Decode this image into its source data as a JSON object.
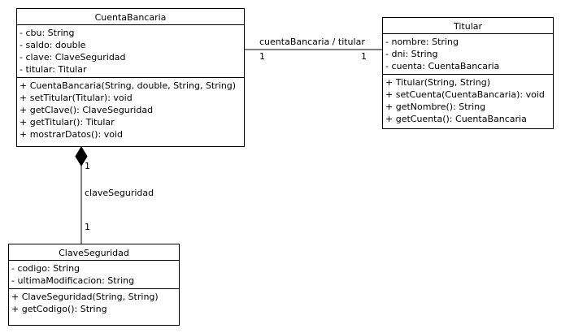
{
  "classes": {
    "cuenta": {
      "name": "CuentaBancaria",
      "attributes": [
        "- cbu: String",
        "- saldo: double",
        "- clave: ClaveSeguridad",
        "- titular: Titular"
      ],
      "methods": [
        "+ CuentaBancaria(String, double, String, String)",
        "+ setTitular(Titular): void",
        "+ getClave(): ClaveSeguridad",
        "+ getTitular(): Titular",
        "+ mostrarDatos(): void"
      ]
    },
    "titular": {
      "name": "Titular",
      "attributes": [
        "- nombre: String",
        "- dni: String",
        "- cuenta: CuentaBancaria"
      ],
      "methods": [
        "+ Titular(String, String)",
        "+ setCuenta(CuentaBancaria): void",
        "+ getNombre(): String",
        "+ getCuenta(): CuentaBancaria"
      ]
    },
    "clave": {
      "name": "ClaveSeguridad",
      "attributes": [
        "- codigo: String",
        "- ultimaModificacion: String"
      ],
      "methods": [
        "+ ClaveSeguridad(String, String)",
        "+ getCodigo(): String"
      ]
    }
  },
  "associations": {
    "cuenta_titular": {
      "label": "cuentaBancaria / titular",
      "mult_source": "1",
      "mult_target": "1"
    },
    "cuenta_clave": {
      "label": "claveSeguridad",
      "mult_source": "1",
      "mult_target": "1",
      "kind": "composition"
    }
  }
}
